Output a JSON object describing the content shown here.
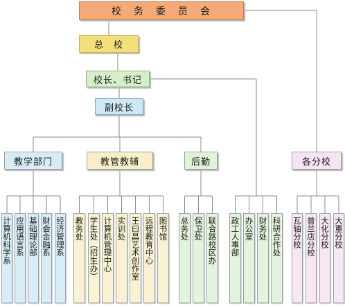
{
  "colors": {
    "top": "#f4a978",
    "head": "#f4e07a",
    "leader": "#d6efc9",
    "vice": "#cfe8f6",
    "dept_blue": "#d6ecf7",
    "dept_yellow": "#f8efc7",
    "dept_green": "#e1f2da",
    "dept_pink": "#f6e3f3",
    "leaf_blue": "#d8edf8",
    "leaf_yellow": "#faf3d3",
    "leaf_green": "#e3f3dd",
    "leaf_pink": "#f7e6f4"
  },
  "nodes": {
    "committee": "校　务　委　员　会",
    "headquarters": "总　校",
    "leader": "校长、书记",
    "vice": "副校长",
    "teaching": "教学部门",
    "admin": "教管教辅",
    "logistics": "后勤",
    "branches": "各分校"
  },
  "teaching_units": [
    "计算机科学系",
    "应用语言系",
    "基础理论部",
    "财会金融系",
    "经济管理系"
  ],
  "admin_units": [
    "教务处",
    "学生处（招生办）",
    "计算机管理中心",
    "实训处",
    "王曰昌艺术创作室",
    "远程教育中心",
    "图书馆"
  ],
  "logistics_units": [
    "总务处",
    "保卫处",
    "联合路校区办"
  ],
  "office_units": [
    "政工人事部",
    "办公室",
    "财务处",
    "科研合作处"
  ],
  "branch_units": [
    "瓦轴分校",
    "普兰店分校",
    "大化分校",
    "大重分校"
  ]
}
